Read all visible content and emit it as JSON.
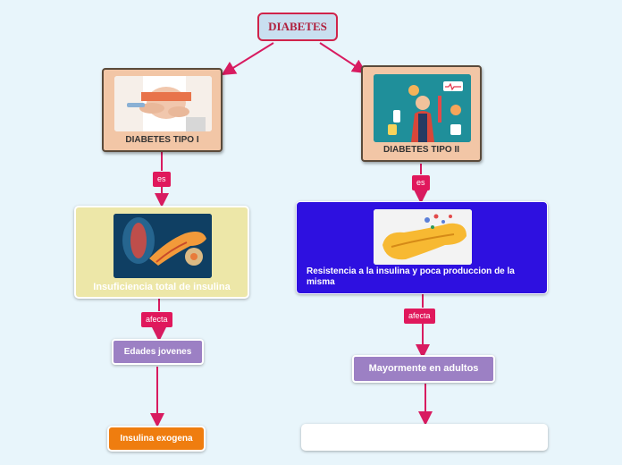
{
  "root": {
    "label": "DIABETES"
  },
  "type1": {
    "label": "DIABETES TIPO I",
    "image_icon": "abdominal-pain-injection-image"
  },
  "type2": {
    "label": "DIABETES TIPO II",
    "image_icon": "diabetes-care-illustration-image"
  },
  "connector_es": "es",
  "connector_afecta": "afecta",
  "left_branch": {
    "definition": "Insuficiencia total de insulina",
    "image_icon": "pancreas-anatomy-image",
    "affects": "Edades jovenes",
    "treatment": "Insulina exogena"
  },
  "right_branch": {
    "definition": "Resistencia a la insulina y poca produccion de la misma",
    "image_icon": "pancreas-insulin-image",
    "affects": "Mayormente en adultos",
    "empty_box": ""
  },
  "colors": {
    "background": "#e8f5fb",
    "arrow": "#d81b60",
    "type_box": "#f2c6a6",
    "yellow_card": "#ede7a8",
    "blue_card": "#2e10e0",
    "purple_chip": "#9c80c4",
    "orange_chip": "#ef7d0f"
  }
}
